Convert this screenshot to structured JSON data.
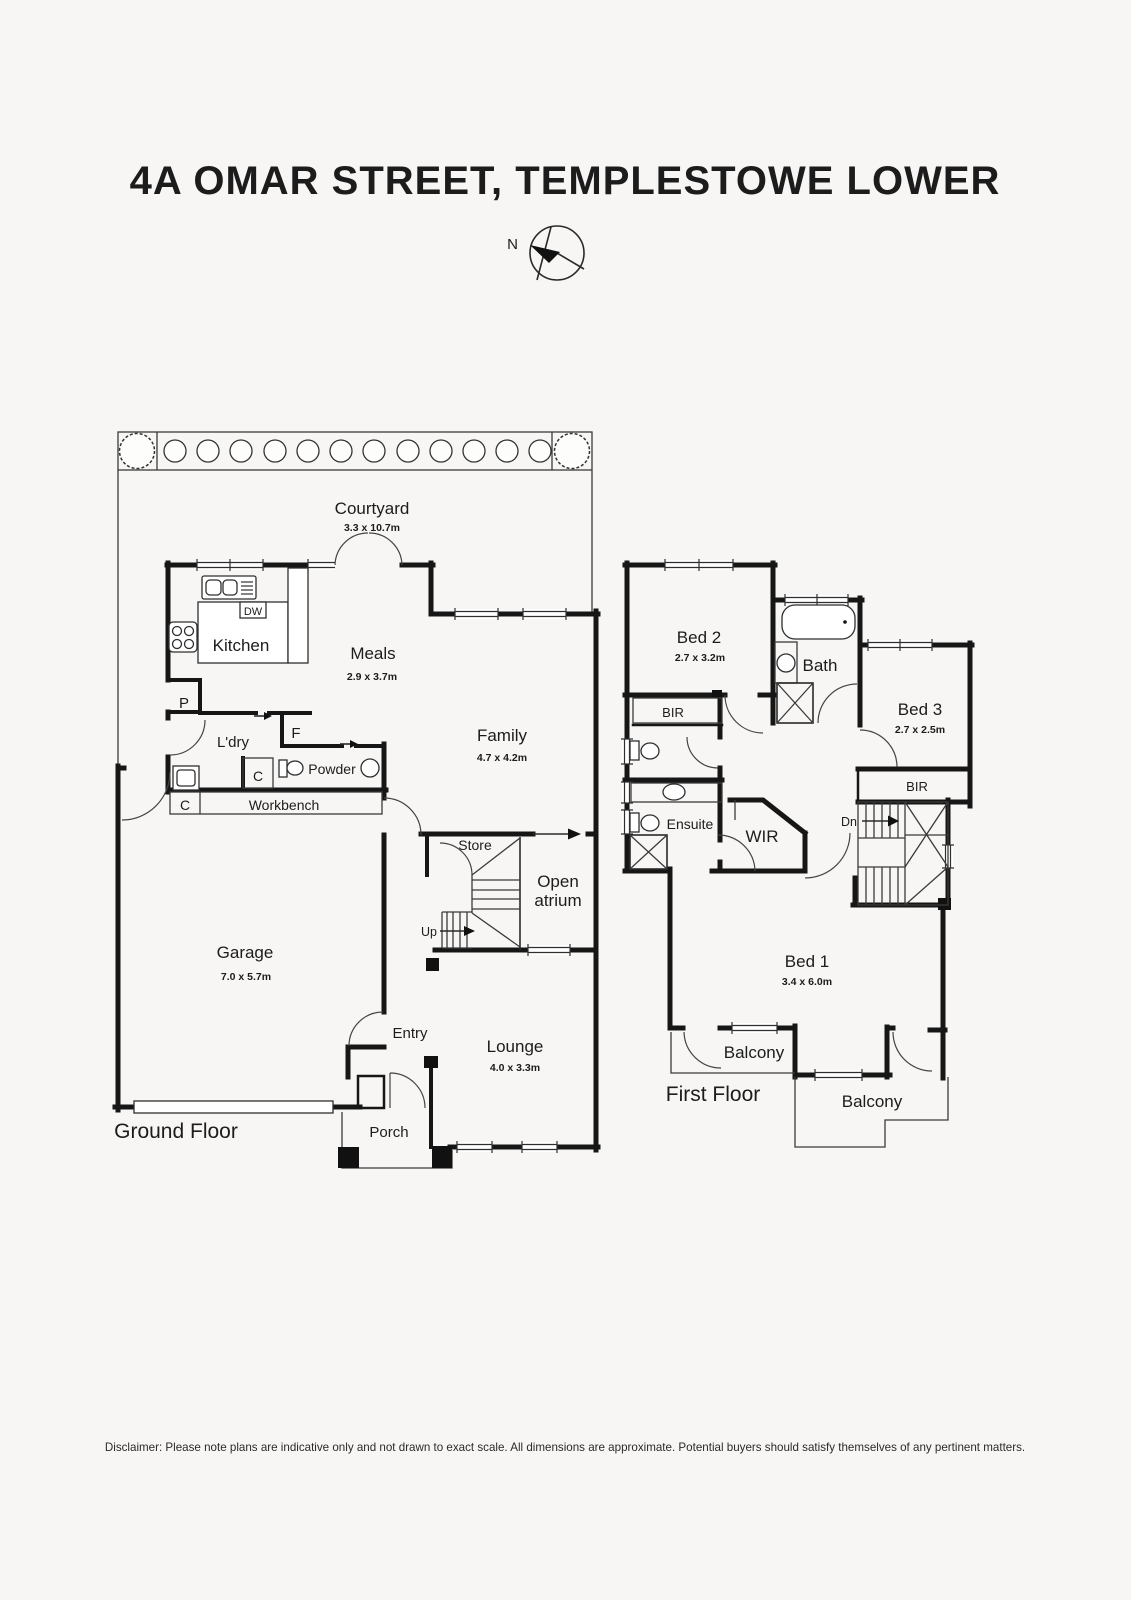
{
  "header": {
    "title": "4A OMAR STREET, TEMPLESTOWE LOWER"
  },
  "compass": {
    "north_label": "N"
  },
  "ground_floor": {
    "floor_label": "Ground Floor",
    "rooms": {
      "courtyard": {
        "name": "Courtyard",
        "dims": "3.3 x 10.7m"
      },
      "kitchen": {
        "name": "Kitchen"
      },
      "meals": {
        "name": "Meals",
        "dims": "2.9 x 3.7m"
      },
      "family": {
        "name": "Family",
        "dims": "4.7 x 4.2m"
      },
      "laundry": {
        "name": "L'dry"
      },
      "powder": {
        "name": "Powder"
      },
      "store": {
        "name": "Store"
      },
      "open_atrium": {
        "name_line1": "Open",
        "name_line2": "atrium"
      },
      "garage": {
        "name": "Garage",
        "dims": "7.0 x 5.7m"
      },
      "entry": {
        "name": "Entry"
      },
      "lounge": {
        "name": "Lounge",
        "dims": "4.0 x 3.3m"
      },
      "porch": {
        "name": "Porch"
      }
    },
    "markers": {
      "pantry": "P",
      "fridge": "F",
      "cupboard_powder": "C",
      "cupboard_workbench": "C",
      "dishwasher": "DW",
      "workbench": "Workbench",
      "stairs_up": "Up"
    }
  },
  "first_floor": {
    "floor_label": "First Floor",
    "rooms": {
      "bed1": {
        "name": "Bed 1",
        "dims": "3.4 x 6.0m"
      },
      "bed2": {
        "name": "Bed 2",
        "dims": "2.7 x 3.2m"
      },
      "bed3": {
        "name": "Bed 3",
        "dims": "2.7 x 2.5m"
      },
      "bath": {
        "name": "Bath"
      },
      "ensuite": {
        "name": "Ensuite"
      },
      "wir": {
        "name": "WIR"
      },
      "balcony_left": {
        "name": "Balcony"
      },
      "balcony_right": {
        "name": "Balcony"
      }
    },
    "markers": {
      "bir_bed2": "BIR",
      "bir_bed3": "BIR",
      "stairs_down": "Dn"
    }
  },
  "footer": {
    "disclaimer": "Disclaimer: Please note plans are indicative only and not drawn to exact scale. All dimensions are approximate. Potential buyers should satisfy themselves of any pertinent matters."
  }
}
